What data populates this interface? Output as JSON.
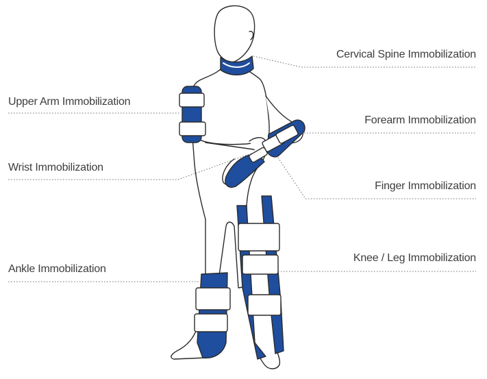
{
  "labels": {
    "cervical": "Cervical Spine Immobilization",
    "upper_arm": "Upper Arm Immobilization",
    "forearm": "Forearm Immobilization",
    "wrist": "Wrist Immobilization",
    "finger": "Finger Immobilization",
    "knee_leg": "Knee / Leg Immobilization",
    "ankle": "Ankle Immobilization"
  },
  "colors": {
    "splint_blue": "#1f4e9e",
    "pad_white": "#ffffff",
    "outline": "#2a2a2a",
    "leader": "#6b6b6b",
    "text": "#3c3c3c"
  }
}
